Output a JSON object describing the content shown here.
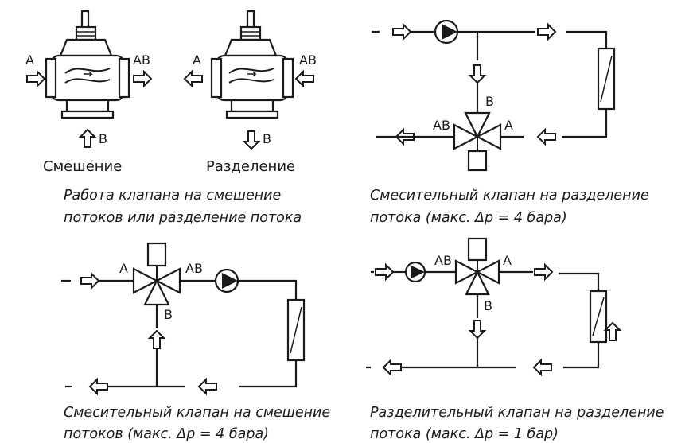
{
  "panel_valves": {
    "label_a_left": "A",
    "label_ab_left": "AB",
    "label_b_left": "B",
    "label_a_right": "A",
    "label_ab_right": "AB",
    "label_b_right": "B",
    "name_mixing": "Смешение",
    "name_diverting": "Разделение",
    "caption_line1": "Работа клапана на смешение",
    "caption_line2": "потоков или разделение потока"
  },
  "panel_mixing_diverting": {
    "label_b": "B",
    "label_ab": "AB",
    "label_a": "A",
    "caption_line1": "Смесительный клапан на разделение",
    "caption_line2": "потока (макс. Δp = 4 бара)"
  },
  "panel_mixing_mixing": {
    "label_a": "A",
    "label_ab": "AB",
    "label_b": "B",
    "caption_line1": "Смесительный клапан на смешение",
    "caption_line2": "потоков (макс. Δp = 4 бара)"
  },
  "panel_diverting_diverting": {
    "label_ab": "AB",
    "label_a": "A",
    "label_b": "B",
    "caption_line1": "Разделительный клапан на разделение",
    "caption_line2": "потока (макс. Δp = 1 бар)"
  },
  "colors": {
    "line": "#1a1a1a",
    "background": "#ffffff"
  }
}
